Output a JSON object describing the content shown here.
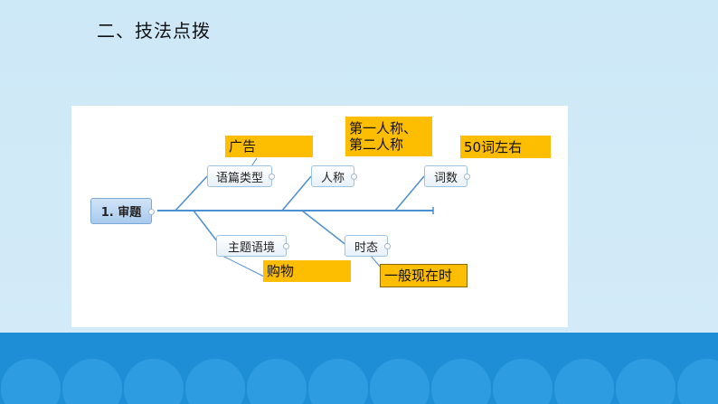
{
  "slide": {
    "heading": "二、技法点拨"
  },
  "diagram": {
    "root": "1. 审题",
    "branches": {
      "genre": "语篇类型",
      "person": "人称",
      "word_count": "词数",
      "theme_context": "主题语境",
      "tense": "时态"
    },
    "answers": {
      "genre": "广告",
      "person_line1": "第一人称、",
      "person_line2": "第二人称",
      "word_count": "50词左右",
      "theme_context": "购物",
      "tense": "一般现在时"
    }
  },
  "colors": {
    "answer_fill": "#fdbd00",
    "line": "#4a8fcf",
    "sea": "#1e8fd6"
  }
}
